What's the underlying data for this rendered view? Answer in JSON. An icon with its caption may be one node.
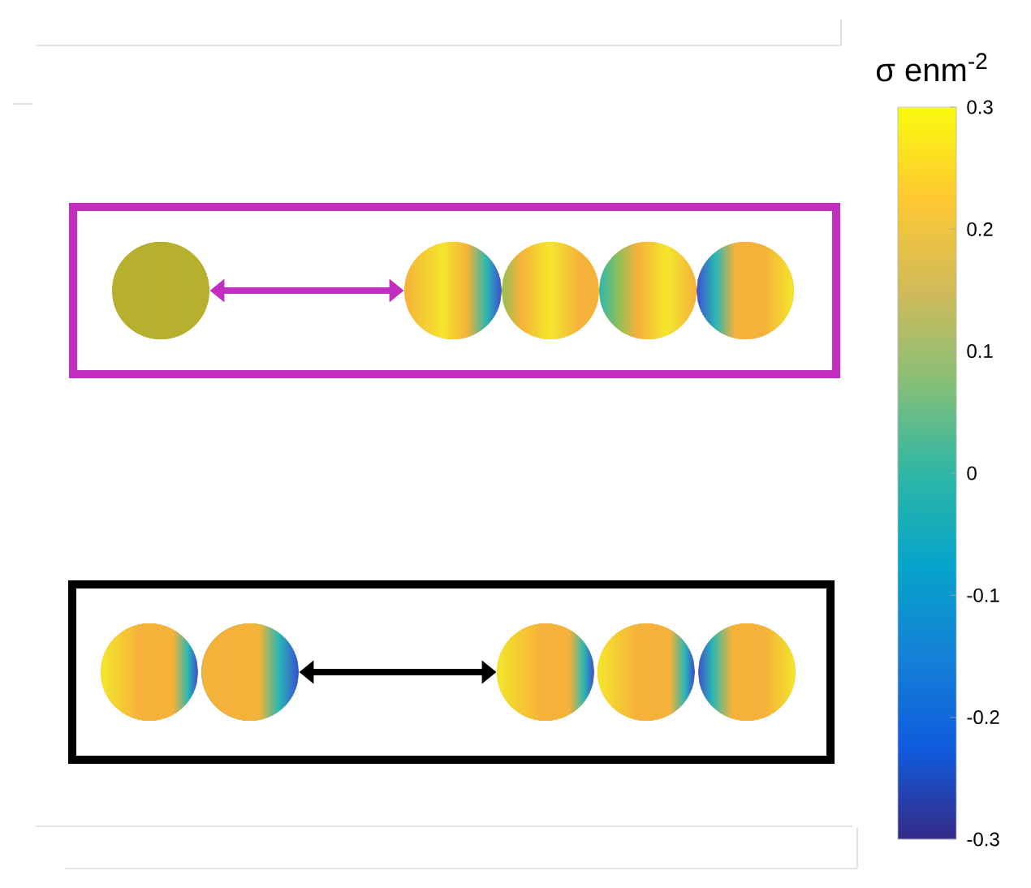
{
  "diagram": {
    "nodes": [
      {
        "text": [],
        "shape": "box"
      },
      {
        "text": [],
        "shape": "circle",
        "in": 0
      },
      {
        "text": [],
        "shape": "circle",
        "in": 0
      },
      {
        "text": [],
        "shape": "circle",
        "in": 0
      },
      {
        "text": [],
        "shape": "circle",
        "in": 0
      },
      {
        "text": [],
        "shape": "circle",
        "in": 0
      },
      {
        "text": [],
        "shape": "box"
      },
      {
        "text": [],
        "shape": "circle",
        "in": 6
      },
      {
        "text": [],
        "shape": "circle",
        "in": 6
      },
      {
        "text": [],
        "shape": "circle",
        "in": 6
      },
      {
        "text": [],
        "shape": "circle",
        "in": 6
      },
      {
        "text": [],
        "shape": "circle",
        "in": 6
      }
    ],
    "edges": [
      {
        "from": 1,
        "to": 2,
        "arrow": "both",
        "color": "#c02fc0"
      },
      {
        "from": 8,
        "to": 9,
        "arrow": "both",
        "color": "#000000"
      }
    ],
    "labels": [
      "σ enm$^{-2}$",
      "0.3",
      "0.2",
      "0.1",
      "0",
      "-0.1",
      "-0.2",
      "-0.3"
    ]
  }
}
